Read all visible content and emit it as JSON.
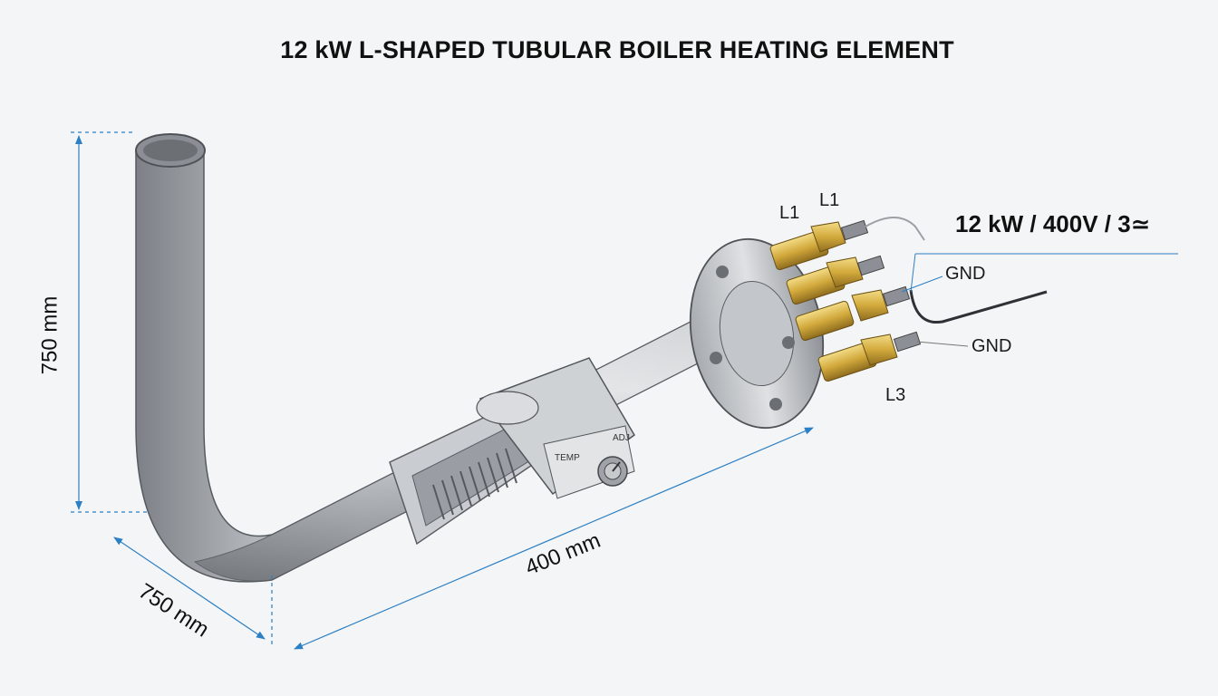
{
  "title": "12 kW L-SHAPED TUBULAR BOILER HEATING ELEMENT",
  "rating": "12 kW / 400V / 3≃",
  "dimensions": {
    "vertical_height": "750 mm",
    "horizontal_length": "400 mm",
    "bottom_depth": "750 mm"
  },
  "terminals": {
    "l1_left": "L1",
    "l1_right": "L1",
    "gnd_top": "GND",
    "gnd_bottom": "GND",
    "l3": "L3"
  },
  "thermostat": {
    "temp_label": "TEMP",
    "adj_label": "ADJ"
  },
  "colors": {
    "steel": "#b9bcc1",
    "brass": "#d8b64a",
    "dimension_line": "#2b7fc4",
    "background": "#f4f5f6"
  }
}
